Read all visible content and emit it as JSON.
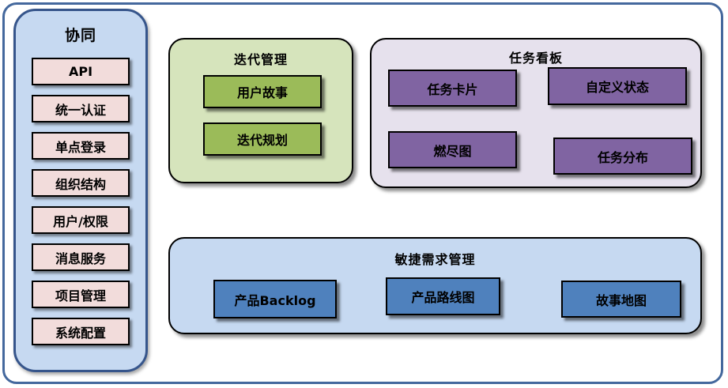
{
  "colors": {
    "outer_frame_border": "#44689d",
    "sidebar_bg": "#c6d9f1",
    "sidebar_border": "#36558b",
    "sidebar_item_bg": "#f2dcdb",
    "iteration_container_bg": "#d6e4bc",
    "iteration_item_bg": "#9bbb59",
    "kanban_container_bg": "#e6e1ed",
    "kanban_item_bg": "#8064a2",
    "agile_container_bg": "#c6d9f1",
    "agile_item_bg": "#4f81bd",
    "item_border": "#000000",
    "text": "#000000"
  },
  "sidebar": {
    "title": "协同",
    "items": [
      {
        "label": "API"
      },
      {
        "label": "统一认证"
      },
      {
        "label": "单点登录"
      },
      {
        "label": "组织结构"
      },
      {
        "label": "用户/权限"
      },
      {
        "label": "消息服务"
      },
      {
        "label": "项目管理"
      },
      {
        "label": "系统配置"
      }
    ]
  },
  "groups": {
    "iteration": {
      "title": "迭代管理",
      "items": [
        {
          "label": "用户故事"
        },
        {
          "label": "迭代规划"
        }
      ]
    },
    "kanban": {
      "title": "任务看板",
      "items": [
        {
          "label": "任务卡片"
        },
        {
          "label": "自定义状态"
        },
        {
          "label": "燃尽图"
        },
        {
          "label": "任务分布"
        }
      ]
    },
    "agile": {
      "title": "敏捷需求管理",
      "items": [
        {
          "label": "产品Backlog"
        },
        {
          "label": "产品路线图"
        },
        {
          "label": "故事地图"
        }
      ]
    }
  }
}
